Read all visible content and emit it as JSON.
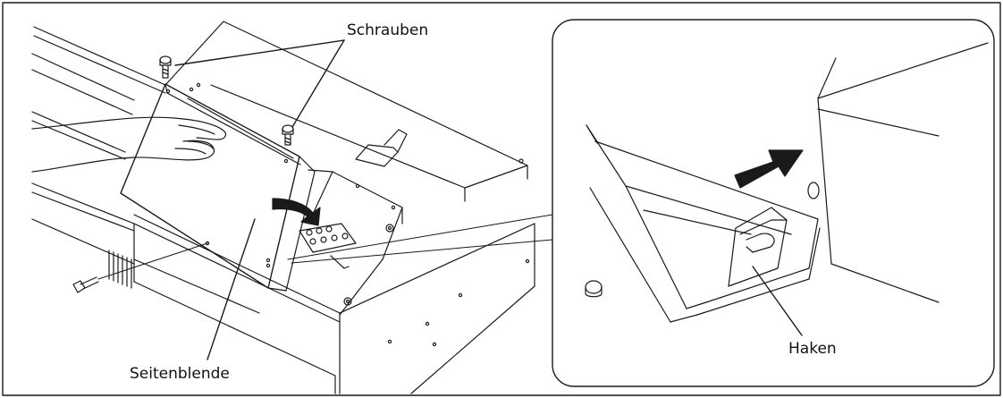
{
  "labels": {
    "screws": "Schrauben",
    "side_panel": "Seitenblende",
    "hook": "Haken"
  },
  "colors": {
    "line": "#1a1a1a",
    "background": "#ffffff"
  }
}
